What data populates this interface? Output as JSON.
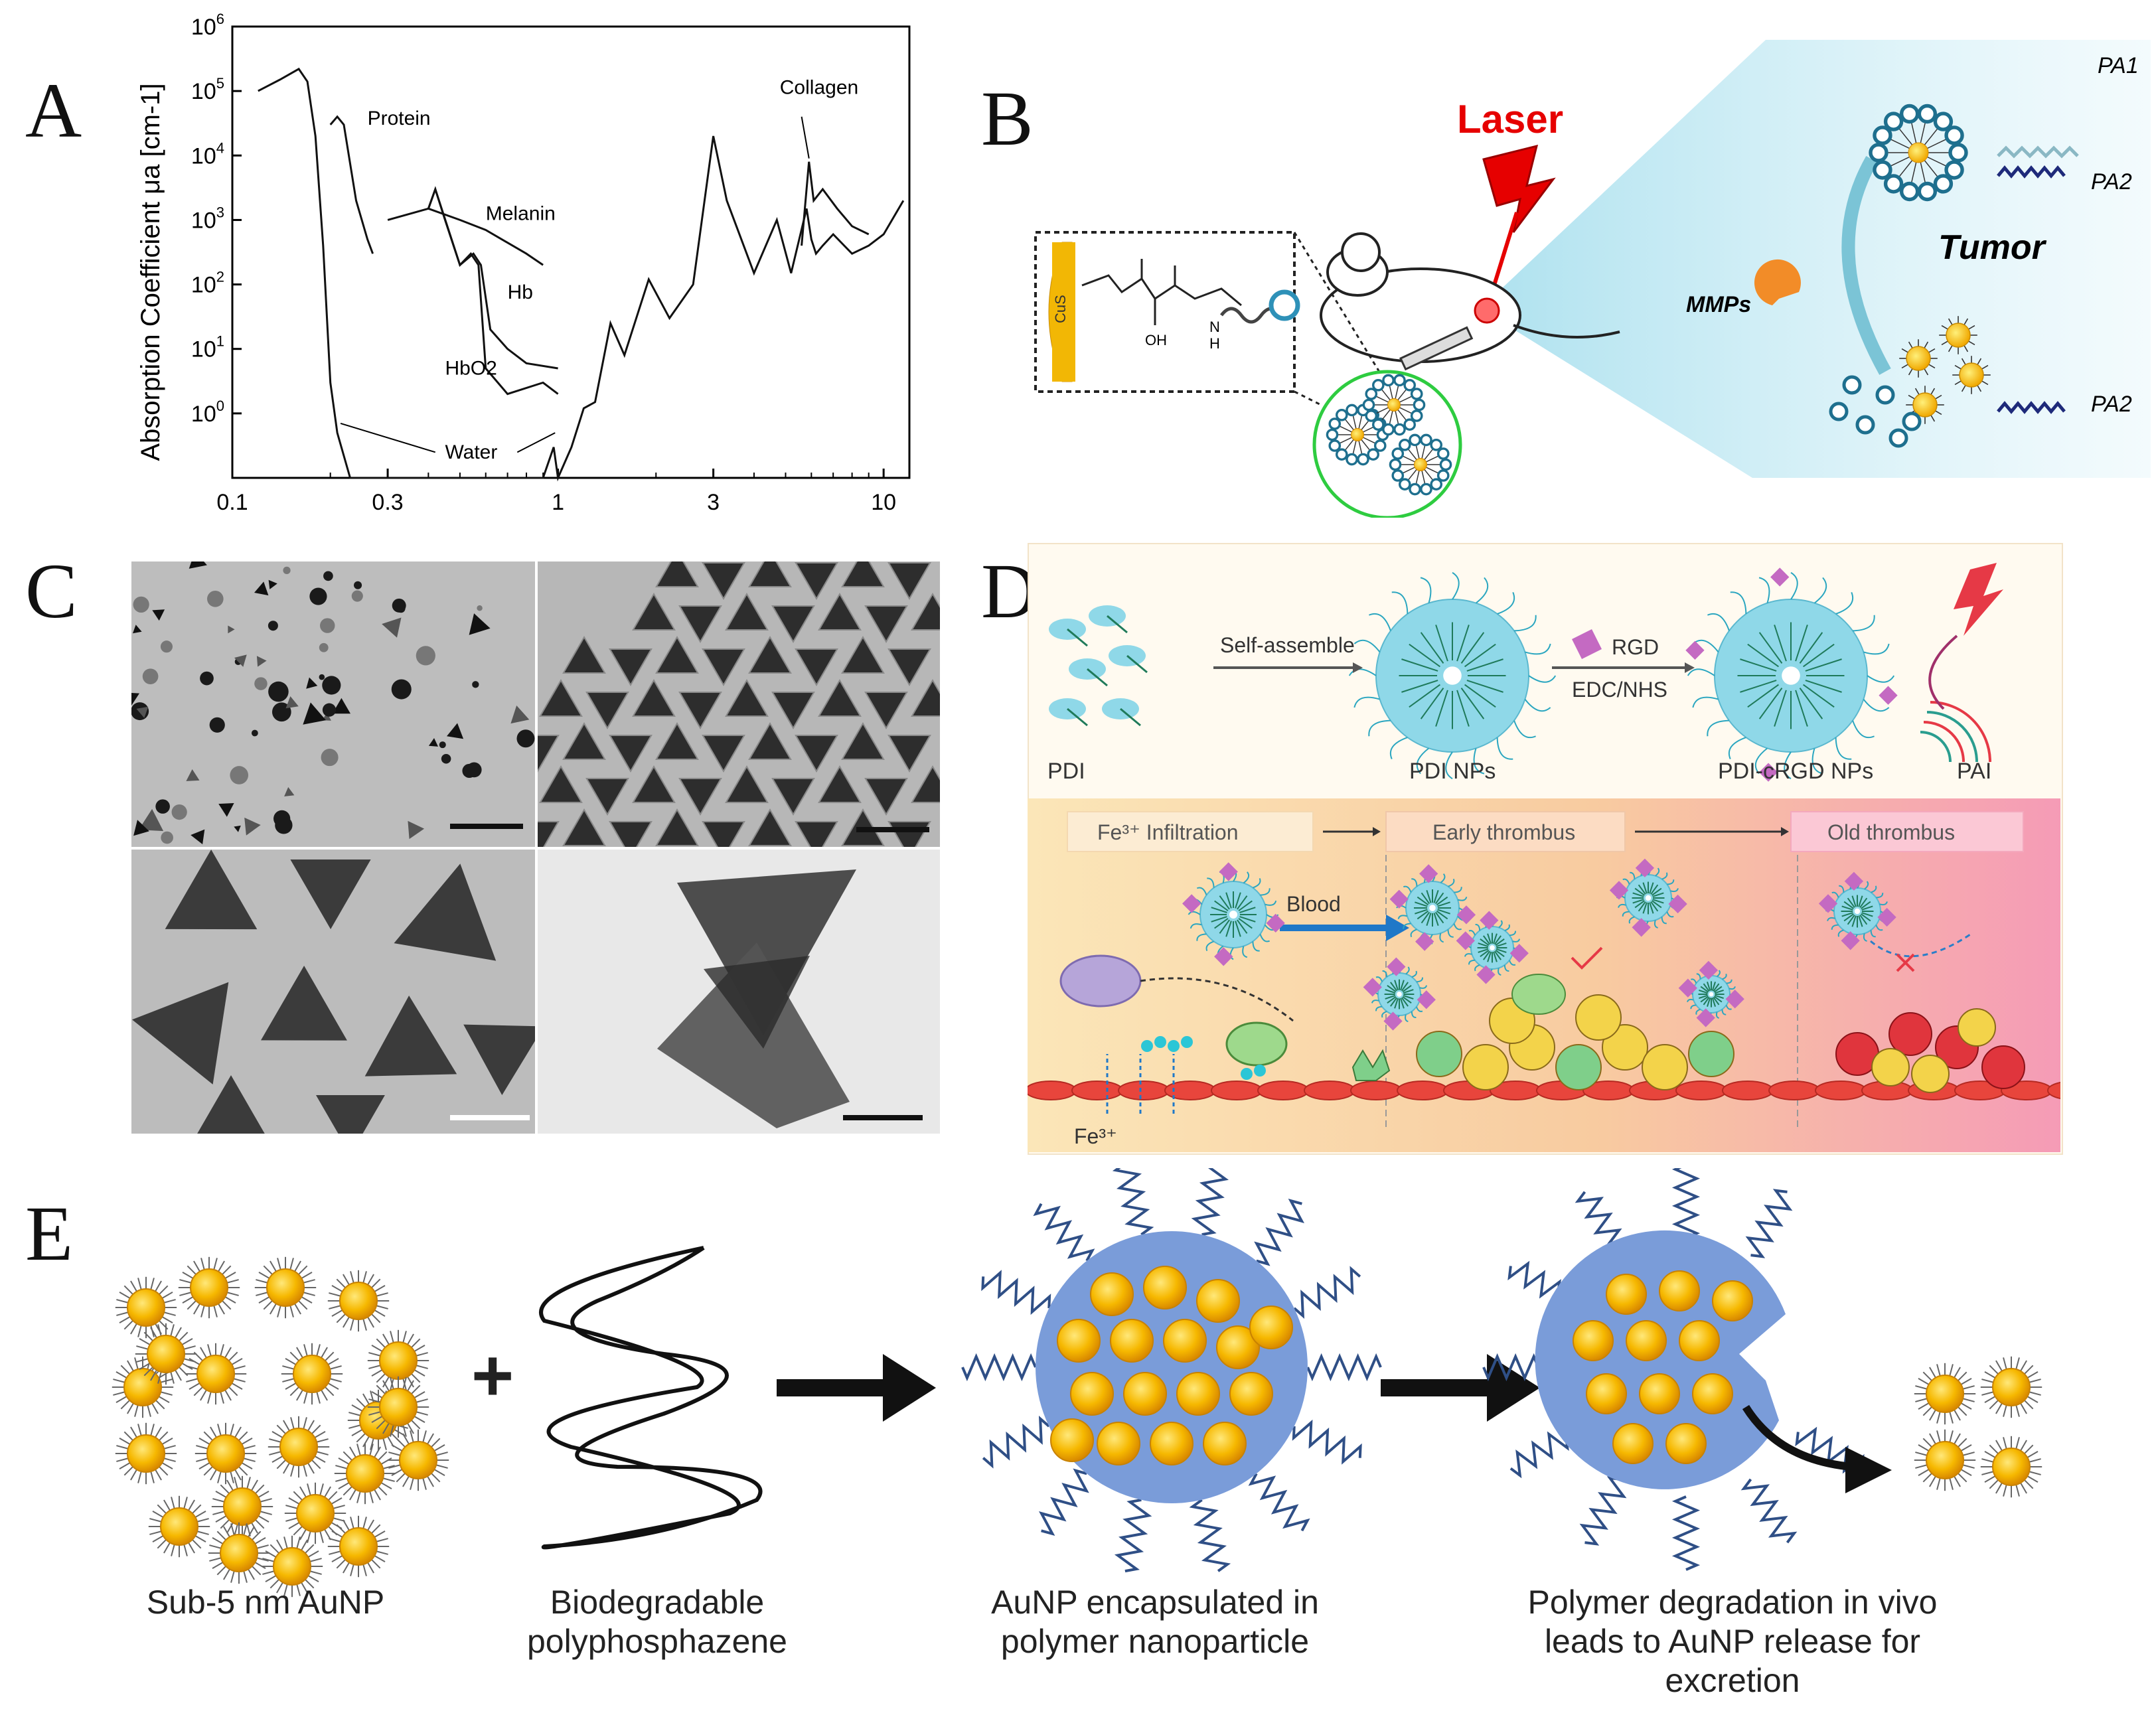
{
  "panels": {
    "A": {
      "letter": "A",
      "chart_data": {
        "type": "line",
        "xscale": "log",
        "yscale": "log",
        "xlim": [
          0.1,
          12
        ],
        "ylim": [
          0.1,
          1000000
        ],
        "x_tick_labels": [
          "0.1",
          "0.3",
          "1",
          "3",
          "10"
        ],
        "y_tick_labels": [
          "10^0",
          "10^1",
          "10^2",
          "10^3",
          "10^4",
          "10^5",
          "10^6"
        ],
        "ylabel": "Absorption Coefficient μa [cm-1]",
        "series": [
          {
            "name": "Water",
            "x": [
              0.12,
              0.14,
              0.16,
              0.17,
              0.18,
              0.19,
              0.2,
              0.21,
              0.23,
              0.3,
              0.5,
              0.7,
              0.9,
              0.97,
              1.0,
              1.1,
              1.2,
              1.3,
              1.45,
              1.6,
              1.9,
              2.2,
              2.6,
              3.0,
              3.3,
              4.0,
              4.7,
              5.2,
              5.8,
              6.0,
              6.2,
              6.5,
              7.0,
              8.0,
              9.0,
              10.0,
              11.5
            ],
            "y": [
              100000,
              150000,
              220000,
              140000,
              20000,
              400,
              3,
              0.5,
              0.1,
              0.1,
              0.1,
              0.1,
              0.1,
              0.3,
              0.1,
              0.3,
              1.2,
              1.5,
              25,
              8,
              120,
              30,
              100,
              20000,
              2000,
              150,
              1000,
              150,
              1500,
              500,
              300,
              400,
              600,
              300,
              400,
              600,
              2000
            ]
          },
          {
            "name": "Protein",
            "x": [
              0.2,
              0.21,
              0.22,
              0.24,
              0.26,
              0.27
            ],
            "y": [
              30000,
              40000,
              30000,
              2000,
              500,
              300
            ]
          },
          {
            "name": "Melanin",
            "x": [
              0.3,
              0.4,
              0.5,
              0.6,
              0.8,
              0.9
            ],
            "y": [
              1000,
              1500,
              1000,
              700,
              300,
              200
            ]
          },
          {
            "name": "Hb",
            "x": [
              0.4,
              0.42,
              0.45,
              0.5,
              0.55,
              0.58,
              0.62,
              0.7,
              0.8,
              1.0
            ],
            "y": [
              1500,
              3000,
              1000,
              200,
              300,
              200,
              20,
              10,
              6,
              5
            ]
          },
          {
            "name": "HbO2",
            "x": [
              0.4,
              0.42,
              0.5,
              0.54,
              0.57,
              0.6,
              0.7,
              0.9,
              1.0
            ],
            "y": [
              1500,
              3000,
              200,
              300,
              200,
              5,
              2,
              3,
              2
            ]
          },
          {
            "name": "Collagen",
            "x": [
              5.6,
              5.9,
              6.1,
              6.5,
              7.2,
              8.0,
              9.0
            ],
            "y": [
              400,
              8000,
              2000,
              3000,
              1500,
              800,
              600
            ]
          }
        ],
        "annotations": [
          "Protein",
          "Melanin",
          "Hb",
          "HbO2",
          "Water",
          "Collagen"
        ]
      }
    },
    "B": {
      "letter": "B",
      "laser": "Laser",
      "tumor": "Tumor",
      "mmps": "MMPs",
      "pa1": "PA1",
      "pa2_top": "PA2",
      "pa2_bottom": "PA2",
      "cus": "CuS",
      "oh": "OH",
      "nh": "N\nH"
    },
    "C": {
      "letter": "C",
      "images": [
        "tem-small-nanoplates",
        "tem-packed-nanoprisms",
        "tem-large-nanoprisms",
        "tem-overlapping-prisms"
      ]
    },
    "D": {
      "letter": "D",
      "self_assemble": "Self-assemble",
      "rgd": "RGD",
      "edc": "EDC/NHS",
      "pdi": "PDI",
      "pdi_nps": "PDI NPs",
      "pdi_crgd": "PDI-cRGD NPs",
      "pai": "PAI",
      "stage1": "Fe³⁺ Infiltration",
      "stage2": "Early thrombus",
      "stage3": "Old thrombus",
      "blood": "Blood",
      "fe": "Fe³⁺"
    },
    "E": {
      "letter": "E",
      "cap1": "Sub-5 nm AuNP",
      "cap2": "Biodegradable\npolyphosphazene",
      "cap3": "AuNP encapsulated in\npolymer nanoparticle",
      "cap4": "Polymer degradation in vivo\nleads to AuNP release for\nexcretion",
      "plus": "+"
    }
  },
  "colors": {
    "gold": "#f2b705",
    "gold_center": "#ffd84a",
    "blue_polymer": "#2f4f86",
    "polymer_fill": "#7a9cd9",
    "laser_red": "#e60000",
    "cyan_beam": "#bfe8f2",
    "thrombus_bg_left": "#f9e3b8",
    "thrombus_bg_right": "#f5a3b8"
  }
}
